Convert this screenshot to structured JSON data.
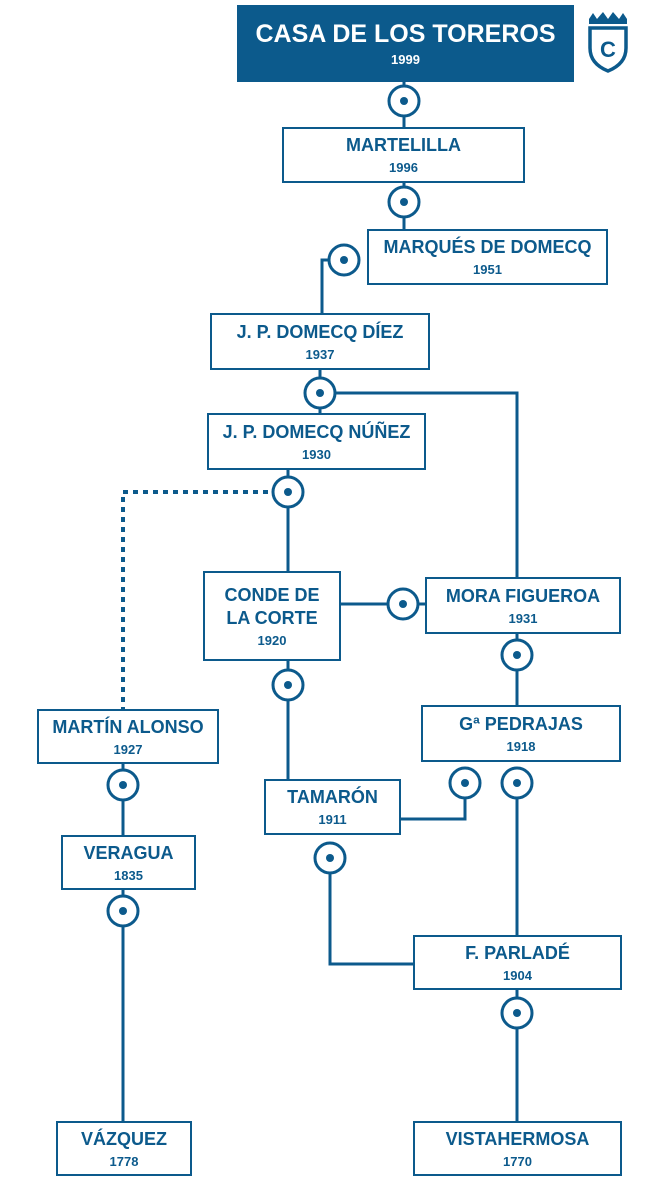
{
  "colors": {
    "primary": "#0c5a8c",
    "background": "#ffffff"
  },
  "logo": {
    "icon": "crowned-shield-c-icon",
    "letter": "C"
  },
  "nodes": {
    "casa": {
      "name": "CASA DE LOS TOREROS",
      "year": "1999"
    },
    "martelilla": {
      "name": "MARTELILLA",
      "year": "1996"
    },
    "marques": {
      "name": "MARQUÉS DE DOMECQ",
      "year": "1951"
    },
    "jpdiez": {
      "name": "J. P. DOMECQ DÍEZ",
      "year": "1937"
    },
    "jpnunez": {
      "name": "J. P. DOMECQ NÚÑEZ",
      "year": "1930"
    },
    "conde": {
      "name": "CONDE DE\nLA CORTE",
      "year": "1920"
    },
    "mora": {
      "name": "MORA FIGUEROA",
      "year": "1931"
    },
    "martin": {
      "name": "MARTÍN ALONSO",
      "year": "1927"
    },
    "pedrajas": {
      "name": "Gª PEDRAJAS",
      "year": "1918"
    },
    "tamaron": {
      "name": "TAMARÓN",
      "year": "1911"
    },
    "veragua": {
      "name": "VERAGUA",
      "year": "1835"
    },
    "parlade": {
      "name": "F. PARLADÉ",
      "year": "1904"
    },
    "vazquez": {
      "name": "VÁZQUEZ",
      "year": "1778"
    },
    "vistahermosa": {
      "name": "VISTAHERMOSA",
      "year": "1770"
    }
  },
  "connectors": [
    {
      "from": "martelilla",
      "to": "casa",
      "style": "solid"
    },
    {
      "from": "marques",
      "to": "martelilla",
      "style": "solid"
    },
    {
      "from": "jpdiez",
      "to": "marques",
      "style": "solid"
    },
    {
      "from": "jpnunez",
      "to": "jpdiez",
      "style": "solid"
    },
    {
      "from": "mora",
      "to": "jpdiez",
      "style": "solid"
    },
    {
      "from": "conde",
      "to": "jpnunez",
      "style": "solid"
    },
    {
      "from": "martin",
      "to": "jpnunez",
      "style": "dashed"
    },
    {
      "from": "mora",
      "to": "conde",
      "style": "solid"
    },
    {
      "from": "pedrajas",
      "to": "mora",
      "style": "solid"
    },
    {
      "from": "tamaron",
      "to": "conde",
      "style": "solid"
    },
    {
      "from": "tamaron",
      "to": "pedrajas",
      "style": "solid"
    },
    {
      "from": "veragua",
      "to": "martin",
      "style": "solid"
    },
    {
      "from": "parlade",
      "to": "pedrajas",
      "style": "solid"
    },
    {
      "from": "parlade",
      "to": "tamaron",
      "style": "solid"
    },
    {
      "from": "vazquez",
      "to": "veragua",
      "style": "solid"
    },
    {
      "from": "vistahermosa",
      "to": "parlade",
      "style": "solid"
    }
  ]
}
